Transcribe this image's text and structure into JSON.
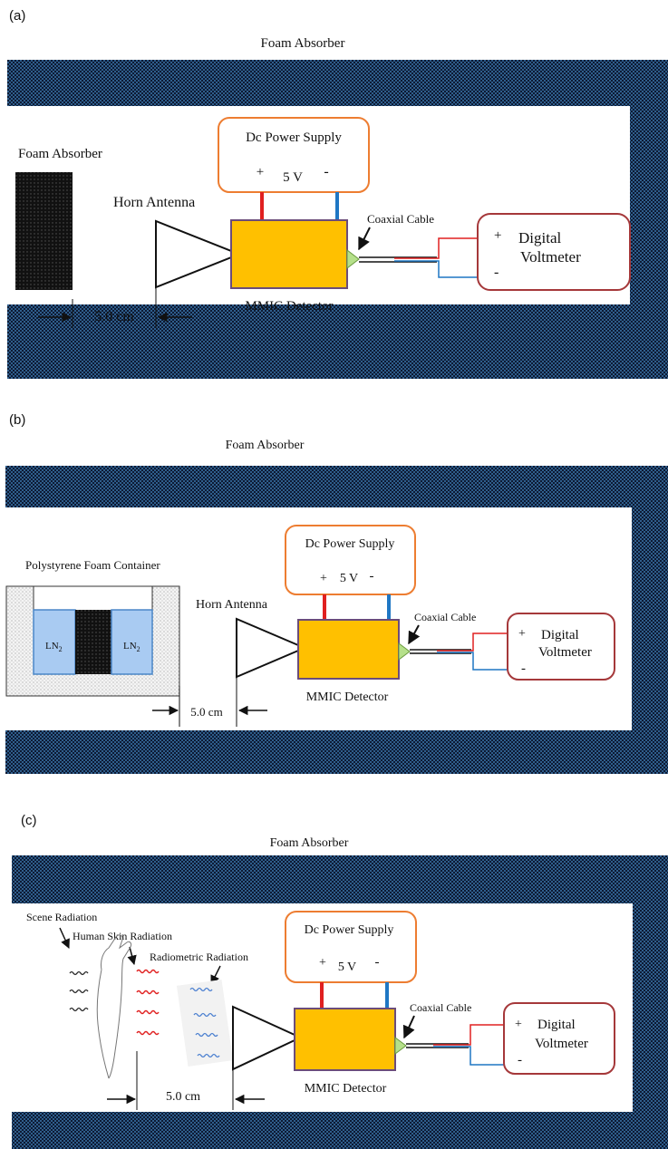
{
  "panels": [
    {
      "id": "a",
      "panel_label": "(a)",
      "top_absorber_label": "Foam Absorber",
      "left_absorber_label": "Foam Absorber",
      "power_supply_label": "Dc Power Supply",
      "plus_sign": "+",
      "voltage": "5 V",
      "minus_sign": "-",
      "horn_label": "Horn Antenna",
      "detector_label": "MMIC Detector",
      "cable_label": "Coaxial Cable",
      "voltmeter_plus": "+",
      "voltmeter_label_1": "Digital",
      "voltmeter_label_2": "Voltmeter",
      "voltmeter_minus": "-",
      "distance_label": "5.0 cm"
    },
    {
      "id": "b",
      "panel_label": "(b)",
      "top_absorber_label": "Foam Absorber",
      "container_label": "Polystyrene Foam Container",
      "ln2_left": "LN",
      "ln2_right": "LN",
      "ln2_subscript": "2",
      "power_supply_label": "Dc Power Supply",
      "plus_sign": "+",
      "voltage": "5 V",
      "minus_sign": "-",
      "horn_label": "Horn Antenna",
      "detector_label": "MMIC Detector",
      "cable_label": "Coaxial Cable",
      "voltmeter_plus": "+",
      "voltmeter_label_1": "Digital",
      "voltmeter_label_2": "Voltmeter",
      "voltmeter_minus": "-",
      "distance_label": "5.0 cm"
    },
    {
      "id": "c",
      "panel_label": "(c)",
      "top_absorber_label": "Foam Absorber",
      "scene_label": "Scene Radiation",
      "skin_label": "Human Skin Radiation",
      "radiometric_label": "Radiometric Radiation",
      "power_supply_label": "Dc Power Supply",
      "plus_sign": "+",
      "voltage": "5 V",
      "minus_sign": "-",
      "detector_label": "MMIC Detector",
      "cable_label": "Coaxial Cable",
      "voltmeter_plus": "+",
      "voltmeter_label_1": "Digital",
      "voltmeter_label_2": "Voltmeter",
      "voltmeter_minus": "-",
      "distance_label": "5.0 cm"
    }
  ],
  "colors": {
    "absorber_dark": "#0d1a33",
    "absorber_light": "#2f5e8c",
    "power_supply_border": "#ed7d31",
    "detector_fill": "#ffc000",
    "detector_border": "#6b4c7a",
    "voltmeter_border": "#a5383a",
    "wire_positive": "#e02020",
    "wire_negative": "#1f77c4",
    "ln2_fill": "#a9cbf2",
    "ln2_border": "#4a86c8",
    "connector": "#b5e08a"
  }
}
